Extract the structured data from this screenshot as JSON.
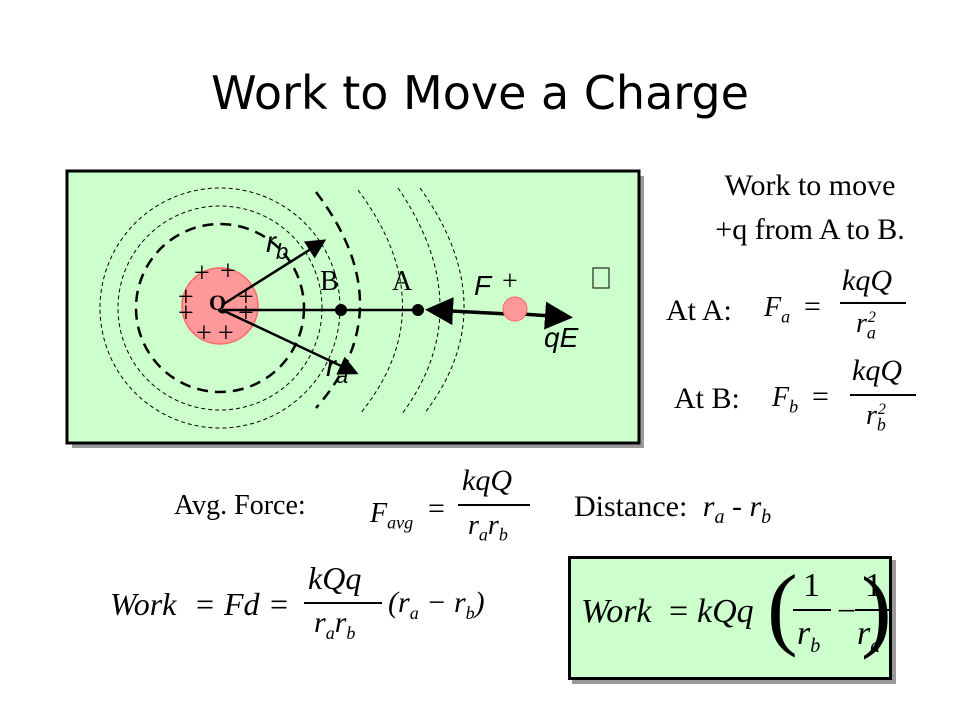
{
  "title": "Work to Move a Charge",
  "diagram": {
    "charge_label": "Q",
    "plus": "+",
    "label_rb": "r",
    "label_rb_sub": "b",
    "label_ra": "r",
    "label_ra_sub": "a",
    "point_b": "B",
    "point_a": "A",
    "force_label": "F",
    "test_charge_sign": "+",
    "field_force_label": "qE",
    "colors": {
      "panel": "#ccffcc",
      "charge": "#ff9999",
      "test_charge": "#ff9999"
    }
  },
  "description": {
    "line1": "Work to move",
    "line2": "+q from A to B."
  },
  "at_a": {
    "label": "At A:",
    "lhs": "F",
    "lhs_sub": "a",
    "num": "kqQ",
    "den": "r",
    "den_sub": "a",
    "den_sup": "2"
  },
  "at_b": {
    "label": "At B:",
    "lhs": "F",
    "lhs_sub": "b",
    "num": "kqQ",
    "den": "r",
    "den_sub": "b",
    "den_sup": "2"
  },
  "avg_force": {
    "label": "Avg. Force:",
    "lhs": "F",
    "lhs_sub": "avg",
    "num": "kqQ",
    "den_r1": "r",
    "den_r1_sub": "a",
    "den_r2": "r",
    "den_r2_sub": "b"
  },
  "distance": {
    "label": "Distance:",
    "r1": "r",
    "r1_sub": "a",
    "minus": "-",
    "r2": "r",
    "r2_sub": "b"
  },
  "work_eq1": {
    "text": "Work",
    "eq": "=",
    "fd": "Fd",
    "num": "kQq",
    "den1": "r",
    "den1_sub": "a",
    "den2": "r",
    "den2_sub": "b",
    "paren_open": "(",
    "ra": "r",
    "ra_sub": "a",
    "minus": "−",
    "rb": "r",
    "rb_sub": "b",
    "paren_close": ")"
  },
  "work_eq2": {
    "text": "Work",
    "eq": "=",
    "kqq": "kQq",
    "one": "1",
    "den_b": "r",
    "den_b_sub": "b",
    "minus": "−",
    "den_a": "r",
    "den_a_sub": "a"
  }
}
